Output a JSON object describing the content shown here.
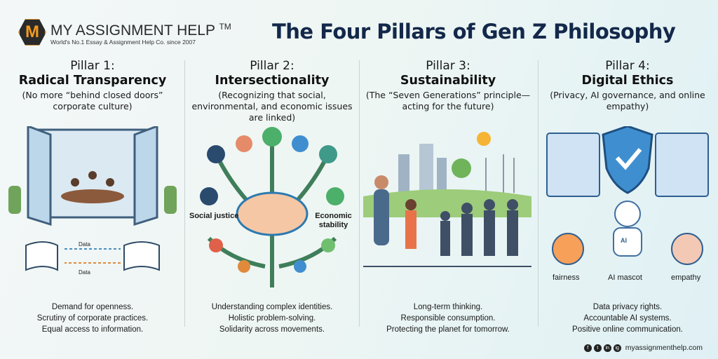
{
  "brand": {
    "logo_letter": "M",
    "name": "MY ASSIGNMENT HELP",
    "tm": "TM",
    "tagline": "World's No.1 Essay & Assignment Help Co. since 2007"
  },
  "title": "The Four Pillars of Gen Z Philosophy",
  "pillars": [
    {
      "number": "Pillar 1:",
      "name": "Radical Transparency",
      "subtitle": "(No more “behind closed doors” corporate culture)",
      "labels": [
        "Data",
        "Data"
      ],
      "points": [
        "Demand for openness.",
        "Scrutiny of corporate practices.",
        "Equal access to information."
      ]
    },
    {
      "number": "Pillar 2:",
      "name": "Intersectionality",
      "subtitle": "(Recognizing that social, environmental, and economic issues are linked)",
      "labels": [
        "Social justice",
        "Economic stability"
      ],
      "points": [
        "Understanding complex identities.",
        "Holistic problem-solving.",
        "Solidarity across movements."
      ]
    },
    {
      "number": "Pillar 3:",
      "name": "Sustainability",
      "subtitle": "(The “Seven Generations” principle—acting for the future)",
      "labels": [],
      "points": [
        "Long-term thinking.",
        "Responsible consumption.",
        "Protecting the planet for tomorrow."
      ]
    },
    {
      "number": "Pillar 4:",
      "name": "Digital Ethics",
      "subtitle": "(Privacy, AI governance, and online empathy)",
      "labels": [
        "fairness",
        "AI mascot",
        "empathy",
        "AI"
      ],
      "points": [
        "Data privacy rights.",
        "Accountable AI systems.",
        "Positive online communication."
      ]
    }
  ],
  "footer": {
    "social": [
      "f",
      "t",
      "in",
      "ig"
    ],
    "website": "myassignmenthelp.com"
  },
  "colors": {
    "title": "#13284a",
    "accent": "#f39a1e"
  }
}
